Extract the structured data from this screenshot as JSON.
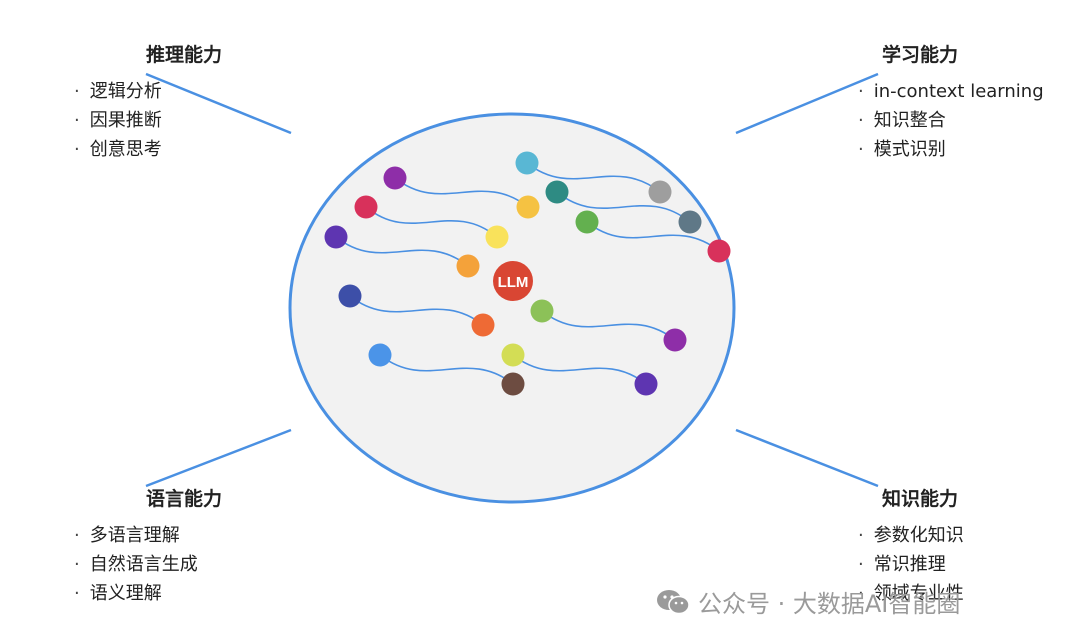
{
  "center": {
    "label": "LLM",
    "color": "#d94633"
  },
  "ellipse": {
    "stroke": "#4a90e2",
    "fill": "#f2f2f2"
  },
  "line_color": "#4a90e2",
  "quadrants": {
    "reasoning": {
      "title": "推理能力",
      "items": [
        "逻辑分析",
        "因果推断",
        "创意思考"
      ]
    },
    "learning": {
      "title": "学习能力",
      "items": [
        "in-context learning",
        "知识整合",
        "模式识别"
      ]
    },
    "language": {
      "title": "语言能力",
      "items": [
        "多语言理解",
        "自然语言生成",
        "语义理解"
      ]
    },
    "knowledge": {
      "title": "知识能力",
      "items": [
        "参数化知识",
        "常识推理",
        "领域专业性"
      ]
    }
  },
  "node_colors": [
    "#8e2ea8",
    "#f5c242",
    "#d8315b",
    "#f9e25b",
    "#5e35b1",
    "#f4a23a",
    "#59b7d4",
    "#9e9e9e",
    "#2e8b83",
    "#5f7887",
    "#63b04f",
    "#d8315b",
    "#3d4fa8",
    "#ee6a35",
    "#8cc158",
    "#8e2ea8",
    "#4b94e8",
    "#6d4c41",
    "#d3dd55",
    "#5e35b1"
  ],
  "watermark": {
    "text": "公众号 · 大数据AI智能圈",
    "icon": "wechat-icon"
  }
}
